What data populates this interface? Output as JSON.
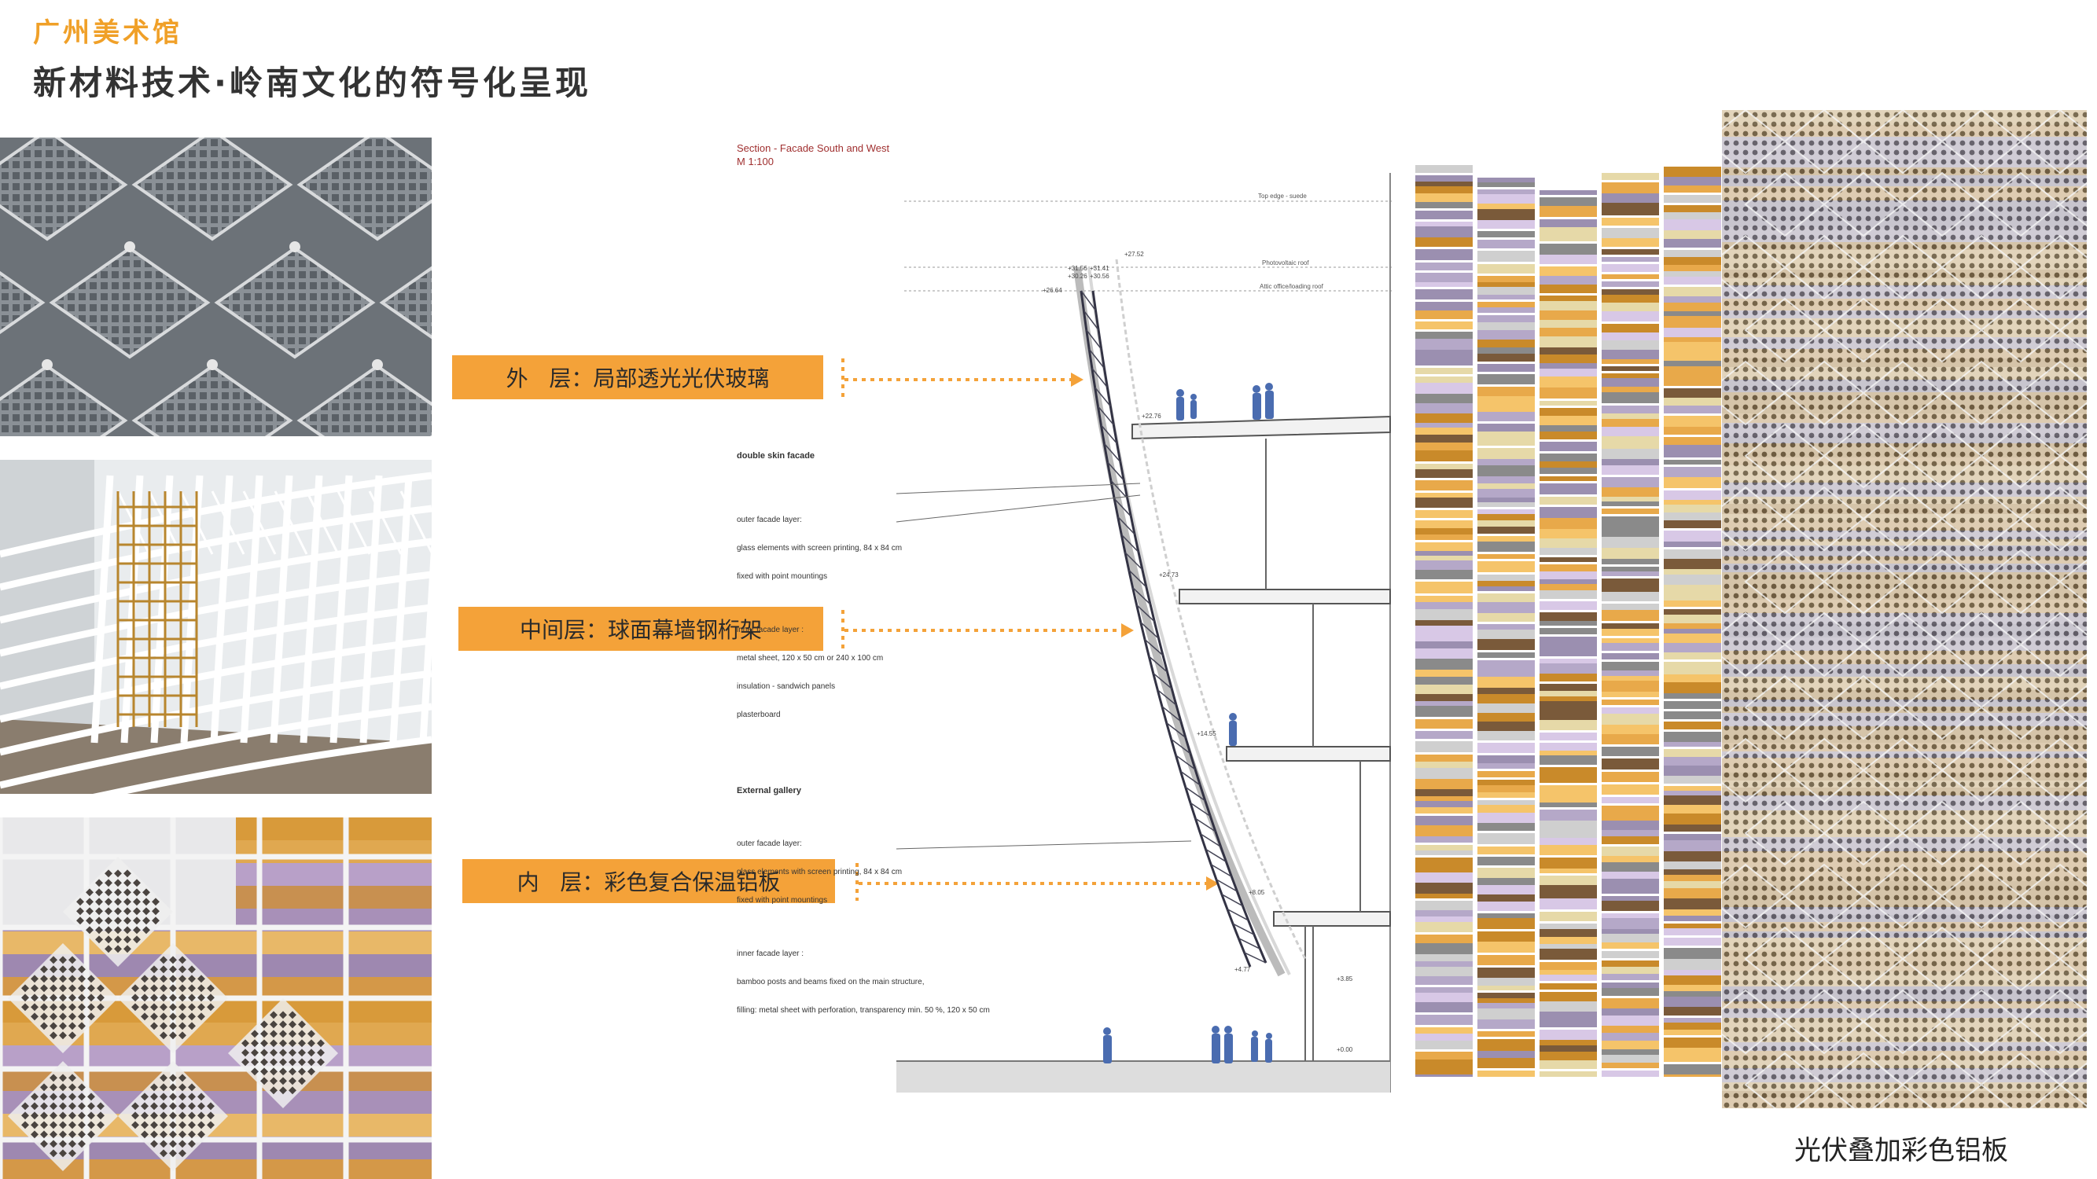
{
  "header": {
    "subtitle": "广州美术馆",
    "title": "新材料技术·岭南文化的符号化呈现"
  },
  "labels": {
    "outer": "外   层：局部透光光伏玻璃",
    "middle": "中间层：球面幕墙钢桁架",
    "inner": "内   层：彩色复合保温铝板"
  },
  "section": {
    "title": "Section - Facade South and West",
    "scale": "M 1:100",
    "levels": {
      "top_edge": "Top edge - suede",
      "photovoltaic_roof": "Photovoltaic roof",
      "attic_roof": "Attic office/loading roof"
    },
    "dims": [
      "+31.56",
      "+30.26",
      "+31.41",
      "+30.56",
      "+26.64",
      "+27.52",
      "+22.76",
      "+24.73",
      "+14.55",
      "+8.05",
      "+4.77",
      "+3.85",
      "+0.00"
    ],
    "notes": {
      "double_skin": {
        "title": "double skin facade",
        "outer_1": "outer facade layer:",
        "outer_2": "glass elements with screen printing, 84 x 84 cm",
        "outer_3": "fixed with point mountings",
        "inner_1": "inner facade layer :",
        "inner_2": "metal sheet, 120 x 50 cm or 240 x 100 cm",
        "inner_3": "insulation - sandwich panels",
        "inner_4": "plasterboard"
      },
      "gallery": {
        "title": "External gallery",
        "outer_1": "outer facade layer:",
        "outer_2": "glass elements with screen printing, 84 x 84 cm",
        "outer_3": "fixed with point mountings",
        "inner_1": "inner facade layer :",
        "inner_2": "bamboo posts and beams fixed on the main structure,",
        "inner_3": "filling: metal sheet with perforation, transparency min. 50 %, 120 x 50 cm"
      }
    }
  },
  "caption": "光伏叠加彩色铝板",
  "colors": {
    "accent": "#f4a239",
    "title_orange": "#f0a028",
    "stripe_palette": [
      "#f5c46a",
      "#e8a94a",
      "#c98a2a",
      "#b5a8c8",
      "#9b8fb0",
      "#cfcfcf",
      "#8a8a8a",
      "#e6d9a8",
      "#7a5a3a",
      "#d8c8e6"
    ]
  }
}
